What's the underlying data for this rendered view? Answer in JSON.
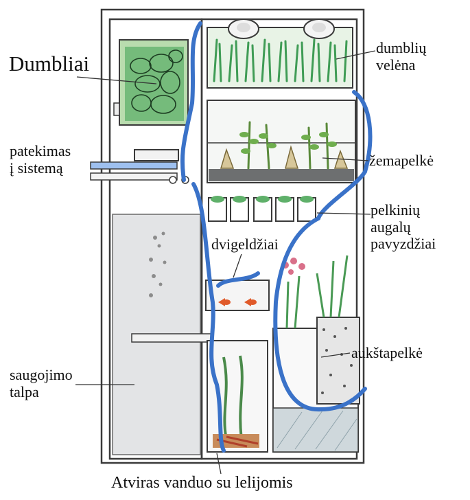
{
  "labels": {
    "dumbliai": "Dumbliai",
    "dumbliu_velena": [
      "dumblių",
      "velėna"
    ],
    "patekimas": [
      "patekimas",
      "į sistemą"
    ],
    "zemapelke": "žemapelkė",
    "pelkiniu": [
      "pelkinių",
      "augalų",
      "pavyzdžiai"
    ],
    "dvigeldziai": "dvigeldžiai",
    "aukstapelke": "aukštapelkė",
    "saugojimo": [
      "saugojimo",
      "talpa"
    ],
    "atviras": "Atviras vanduo su lelijomis"
  },
  "colors": {
    "water_pipe": "#3a72c8",
    "algae_green": "#4aa65a",
    "turf_green": "#5cb870",
    "tank_grey": "#d9dadc",
    "frame_line": "#3a3a3a",
    "fish_orange": "#e05a2a",
    "flower_pink": "#d9708a",
    "soil_brown": "#8a4a2a"
  }
}
